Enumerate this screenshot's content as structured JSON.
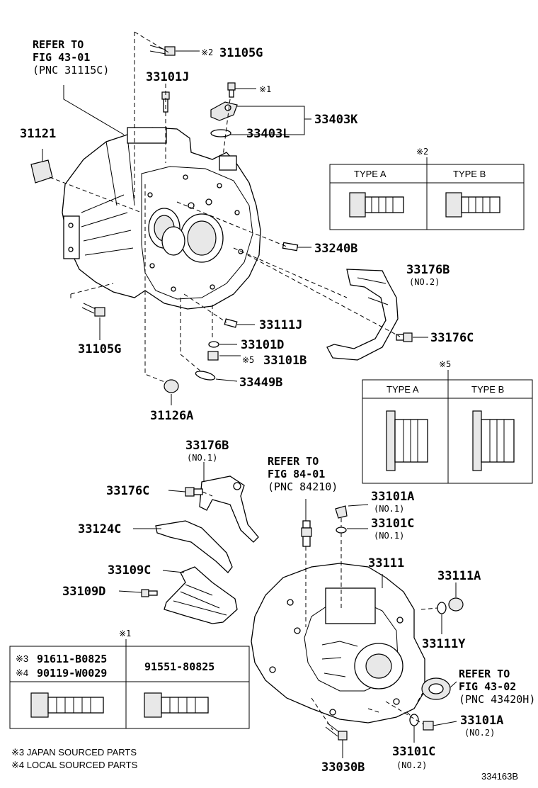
{
  "labels": {
    "ref_4301_l1": "REFER TO",
    "ref_4301_l2": "FIG 43-01",
    "ref_4301_l3": "(PNC 31115C)",
    "n31105G_top_mark": "※2",
    "n31105G_top": "31105G",
    "n33101J": "33101J",
    "mark1_top": "※1",
    "n33403K": "33403K",
    "n33403L": "33403L",
    "n31121": "31121",
    "n33240B": "33240B",
    "n33176B_top": "33176B",
    "n33176B_top_sub": "(NO.2)",
    "n33176C_top": "33176C",
    "n33111J": "33111J",
    "n33101D": "33101D",
    "mark5": "※5",
    "n33101B": "33101B",
    "n31105G_bot": "31105G",
    "n33449B": "33449B",
    "n31126A": "31126A",
    "n33176B_mid": "33176B",
    "n33176B_mid_sub": "(NO.1)",
    "ref_8401_l1": "REFER TO",
    "ref_8401_l2": "FIG 84-01",
    "ref_8401_l3": "(PNC 84210)",
    "n33176C_mid": "33176C",
    "n33101A_top": "33101A",
    "n33101A_top_sub": "(NO.1)",
    "n33124C": "33124C",
    "n33101C_top": "33101C",
    "n33101C_top_sub": "(NO.1)",
    "n33109C": "33109C",
    "n33111": "33111",
    "n33111A": "33111A",
    "n33109D": "33109D",
    "n33111Y": "33111Y",
    "mark1_bot": "※1",
    "ref_4302_l1": "REFER TO",
    "ref_4302_l2": "FIG 43-02",
    "ref_4302_l3": "(PNC 43420H)",
    "n33101A_bot": "33101A",
    "n33101A_bot_sub": "(NO.2)",
    "n33030B": "33030B",
    "n33101C_bot": "33101C",
    "n33101C_bot_sub": "(NO.2)",
    "diagram_id": "334163B"
  },
  "table_mark2": {
    "mark": "※2",
    "col_a": "TYPE A",
    "col_b": "TYPE B"
  },
  "table_mark5": {
    "mark": "※5",
    "col_a": "TYPE A",
    "col_b": "TYPE B"
  },
  "table_mark1": {
    "r1_mark": "※3",
    "r1_part": "91611-B0825",
    "r2_mark": "※4",
    "r2_part": "90119-W0029",
    "right_part": "91551-80825"
  },
  "notes": {
    "note3": "※3 JAPAN SOURCED PARTS",
    "note4": "※4 LOCAL SOURCED PARTS"
  }
}
